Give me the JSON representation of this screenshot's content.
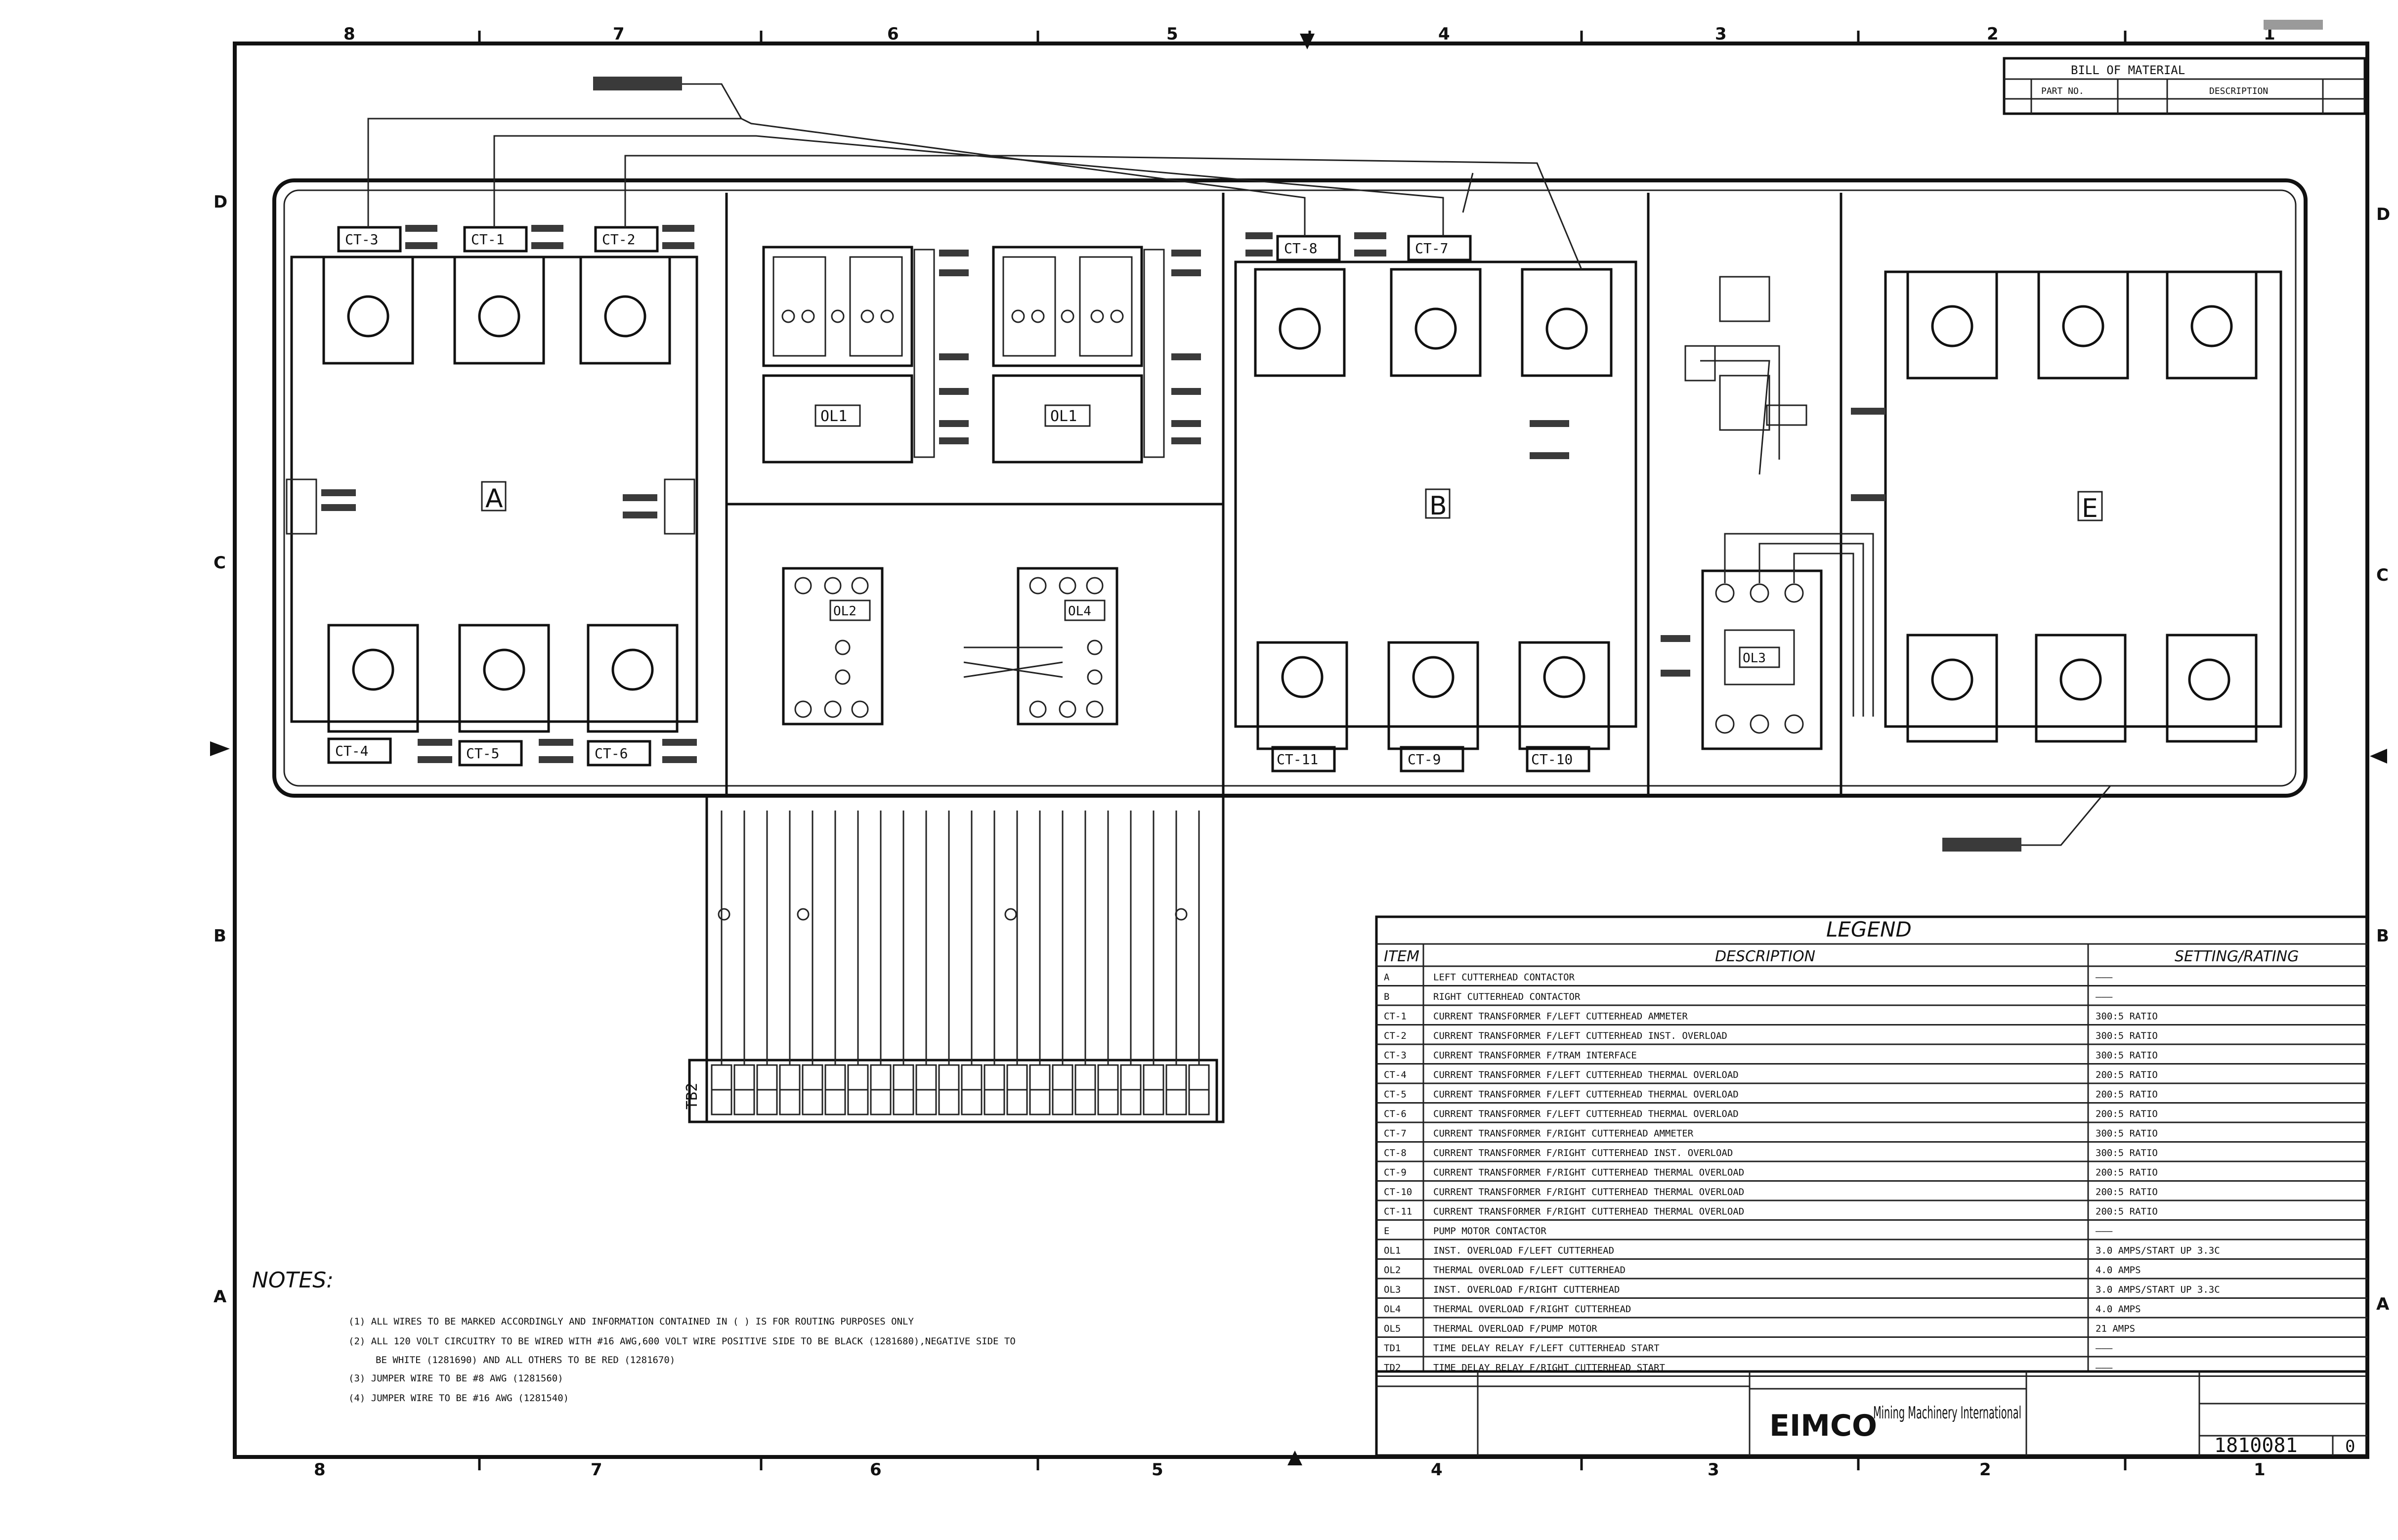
{
  "zones": {
    "top": [
      "8",
      "7",
      "6",
      "5",
      "4",
      "3",
      "2",
      "1"
    ],
    "bottom": [
      "8",
      "7",
      "6",
      "5",
      "4",
      "3",
      "2",
      "1"
    ],
    "left": [
      "D",
      "C",
      "B",
      "A"
    ],
    "right": [
      "D",
      "C",
      "B",
      "A"
    ]
  },
  "bom": {
    "title": "BILL OF MATERIAL",
    "cols": [
      "PART NO.",
      "DESCRIPTION"
    ]
  },
  "panels": {
    "A": "A",
    "B": "B",
    "E": "E"
  },
  "ct_labels": [
    "CT-3",
    "CT-1",
    "CT-2",
    "CT-8",
    "CT-7",
    "CT-4",
    "CT-5",
    "CT-6",
    "CT-11",
    "CT-9",
    "CT-10"
  ],
  "relays": [
    "OL1",
    "OL1",
    "OL2",
    "OL4",
    "OL3"
  ],
  "terminal_block": "TB2",
  "legend": {
    "title": "LEGEND",
    "headers": [
      "ITEM",
      "DESCRIPTION",
      "SETTING/RATING"
    ],
    "rows": [
      {
        "item": "A",
        "desc": "LEFT CUTTERHEAD CONTACTOR",
        "rating": "———"
      },
      {
        "item": "B",
        "desc": "RIGHT CUTTERHEAD CONTACTOR",
        "rating": "———"
      },
      {
        "item": "CT-1",
        "desc": "CURRENT TRANSFORMER F/LEFT CUTTERHEAD AMMETER",
        "rating": "300:5 RATIO"
      },
      {
        "item": "CT-2",
        "desc": "CURRENT TRANSFORMER F/LEFT CUTTERHEAD INST. OVERLOAD",
        "rating": "300:5 RATIO"
      },
      {
        "item": "CT-3",
        "desc": "CURRENT TRANSFORMER F/TRAM INTERFACE",
        "rating": "300:5 RATIO"
      },
      {
        "item": "CT-4",
        "desc": "CURRENT TRANSFORMER F/LEFT CUTTERHEAD THERMAL OVERLOAD",
        "rating": "200:5 RATIO"
      },
      {
        "item": "CT-5",
        "desc": "CURRENT TRANSFORMER F/LEFT CUTTERHEAD THERMAL OVERLOAD",
        "rating": "200:5 RATIO"
      },
      {
        "item": "CT-6",
        "desc": "CURRENT TRANSFORMER F/LEFT CUTTERHEAD THERMAL OVERLOAD",
        "rating": "200:5 RATIO"
      },
      {
        "item": "CT-7",
        "desc": "CURRENT TRANSFORMER F/RIGHT CUTTERHEAD AMMETER",
        "rating": "300:5 RATIO"
      },
      {
        "item": "CT-8",
        "desc": "CURRENT TRANSFORMER F/RIGHT CUTTERHEAD INST. OVERLOAD",
        "rating": "300:5 RATIO"
      },
      {
        "item": "CT-9",
        "desc": "CURRENT TRANSFORMER F/RIGHT CUTTERHEAD THERMAL OVERLOAD",
        "rating": "200:5 RATIO"
      },
      {
        "item": "CT-10",
        "desc": "CURRENT TRANSFORMER F/RIGHT CUTTERHEAD THERMAL OVERLOAD",
        "rating": "200:5 RATIO"
      },
      {
        "item": "CT-11",
        "desc": "CURRENT TRANSFORMER F/RIGHT CUTTERHEAD THERMAL OVERLOAD",
        "rating": "200:5 RATIO"
      },
      {
        "item": "E",
        "desc": "PUMP MOTOR CONTACTOR",
        "rating": "———"
      },
      {
        "item": "OL1",
        "desc": "INST. OVERLOAD F/LEFT CUTTERHEAD",
        "rating": "3.0 AMPS/START UP 3.3C"
      },
      {
        "item": "OL2",
        "desc": "THERMAL OVERLOAD F/LEFT CUTTERHEAD",
        "rating": "4.0 AMPS"
      },
      {
        "item": "OL3",
        "desc": "INST. OVERLOAD F/RIGHT CUTTERHEAD",
        "rating": "3.0 AMPS/START UP 3.3C"
      },
      {
        "item": "OL4",
        "desc": "THERMAL OVERLOAD F/RIGHT CUTTERHEAD",
        "rating": "4.0 AMPS"
      },
      {
        "item": "OL5",
        "desc": "THERMAL OVERLOAD F/PUMP MOTOR",
        "rating": "21 AMPS"
      },
      {
        "item": "TD1",
        "desc": "TIME DELAY RELAY F/LEFT CUTTERHEAD START",
        "rating": "———"
      },
      {
        "item": "TD2",
        "desc": "TIME DELAY RELAY F/RIGHT CUTTERHEAD START",
        "rating": "———"
      }
    ]
  },
  "notes": {
    "title": "NOTES:",
    "lines": [
      "(1) ALL WIRES TO BE MARKED ACCORDINGLY AND INFORMATION CONTAINED IN ( ) IS FOR ROUTING PURPOSES ONLY",
      "(2) ALL 120 VOLT CIRCUITRY TO BE WIRED WITH #16 AWG,600 VOLT WIRE POSITIVE SIDE TO BE BLACK (1281680),NEGATIVE SIDE TO",
      "BE WHITE (1281690) AND ALL OTHERS TO BE RED (1281670)",
      "(3) JUMPER WIRE TO BE #8 AWG (1281560)",
      "(4) JUMPER WIRE TO BE #16 AWG (1281540)"
    ]
  },
  "title_block": {
    "company": "EIMCO",
    "division": "Mining Machinery International",
    "drawing_number": "1810081",
    "sheet_rev": "0"
  }
}
